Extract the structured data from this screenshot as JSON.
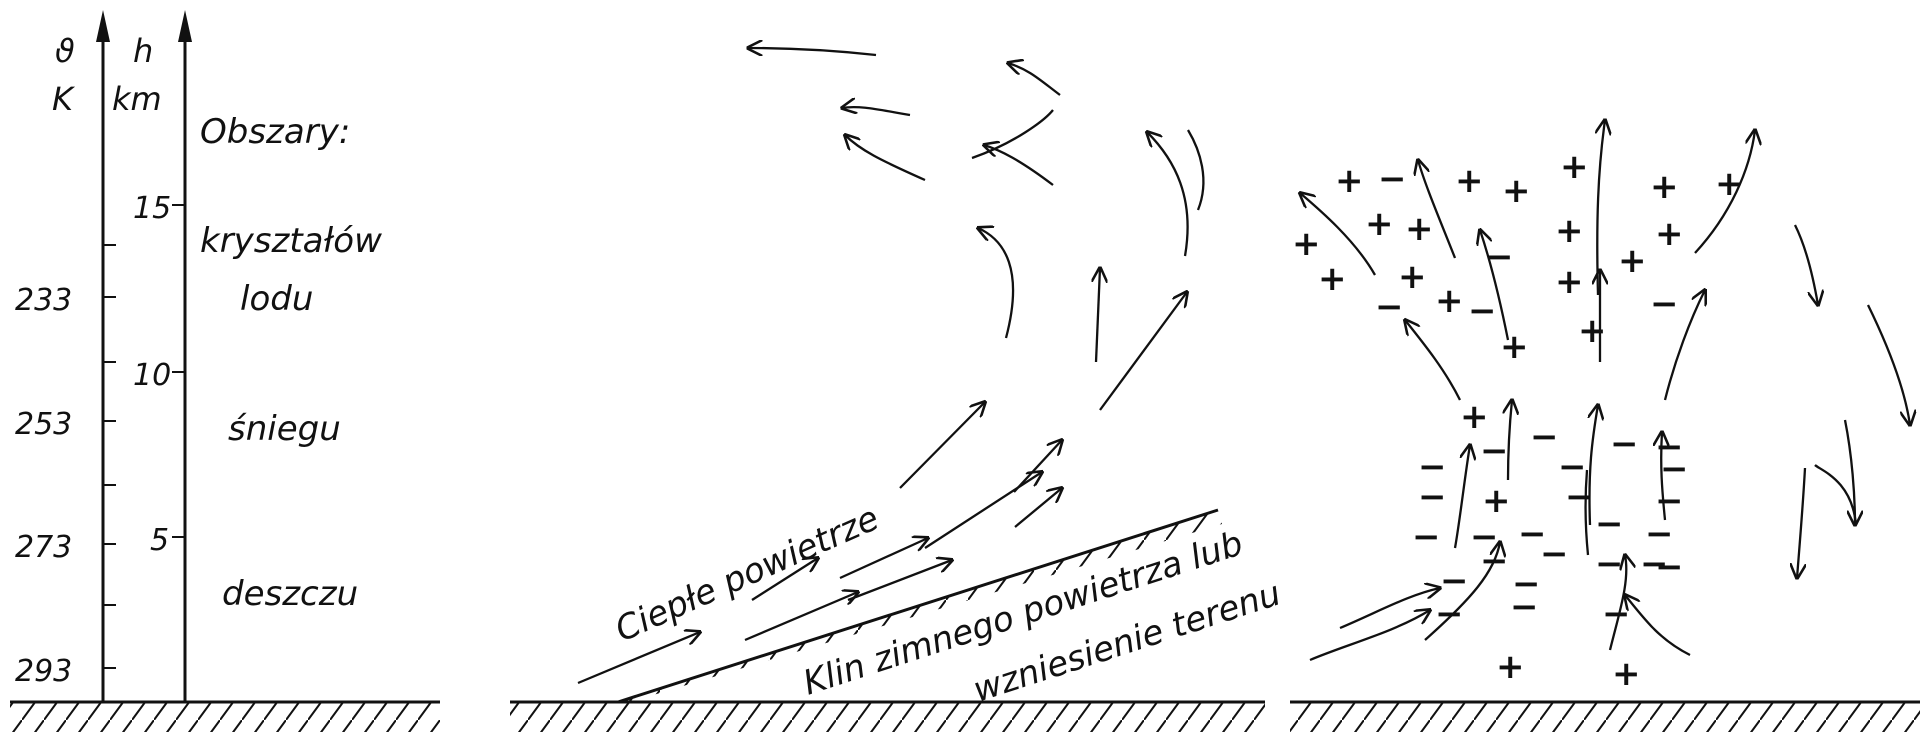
{
  "axes": {
    "temp_symbol": "ϑ",
    "temp_unit": "K",
    "height_symbol": "h",
    "height_unit": "km",
    "height_ticks": [
      "15",
      "10",
      "5"
    ],
    "temp_ticks": [
      "233",
      "253",
      "273",
      "293"
    ]
  },
  "zones": {
    "title": "Obszary:",
    "ice_line1": "kryształów",
    "ice_line2": "lodu",
    "snow": "śniegu",
    "rain": "deszczu"
  },
  "frontal_panel": {
    "warm_air": "Ciepłe powietrze",
    "wedge_line1": "Klin zimnego powietrza lub",
    "wedge_line2": "wzniesienie terenu"
  },
  "cloud_panel": {
    "plus_sign": "+",
    "minus_sign": "−"
  }
}
